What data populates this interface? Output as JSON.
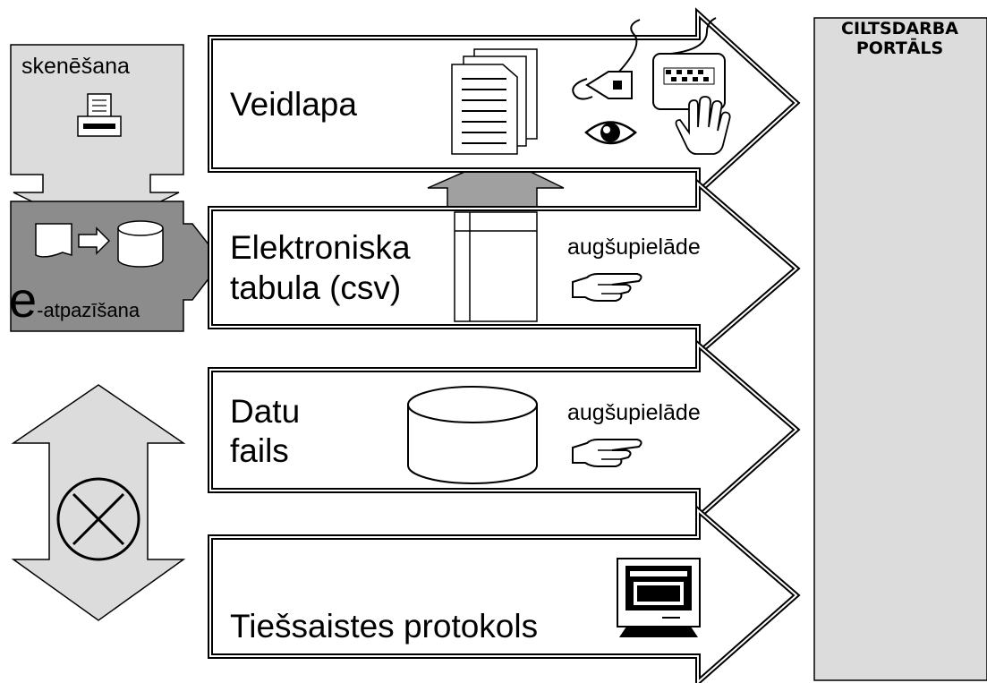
{
  "portal": {
    "line1": "CILTSDARBA",
    "line2": "PORTĀLS"
  },
  "scan_box": {
    "label": "skenēšana"
  },
  "recognition_box": {
    "prefix": "e",
    "label": "-atpazīšana"
  },
  "arrows": [
    {
      "title": "Veidlapa"
    },
    {
      "line1": "Elektroniska",
      "line2": "tabula (csv)",
      "action": "augšupielāde"
    },
    {
      "line1": "Datu",
      "line2": "fails",
      "action": "augšupielāde"
    },
    {
      "title": "Tiešsaistes protokols"
    }
  ],
  "icons": [
    "document-stack-icon",
    "mouse-icon",
    "keyboard-icon",
    "hand-icon",
    "eye-icon",
    "scanner-icon",
    "file-to-database-icon",
    "spreadsheet-icon",
    "pointing-hand-icon",
    "database-cylinder-icon",
    "monitor-icon",
    "cross-circle-icon",
    "double-arrow-icon",
    "up-arrow-icon"
  ],
  "colors": {
    "light_gray": "#dcdcdc",
    "mid_gray": "#a0a0a0",
    "dark_gray": "#8c8c8c",
    "outline": "#000000"
  }
}
